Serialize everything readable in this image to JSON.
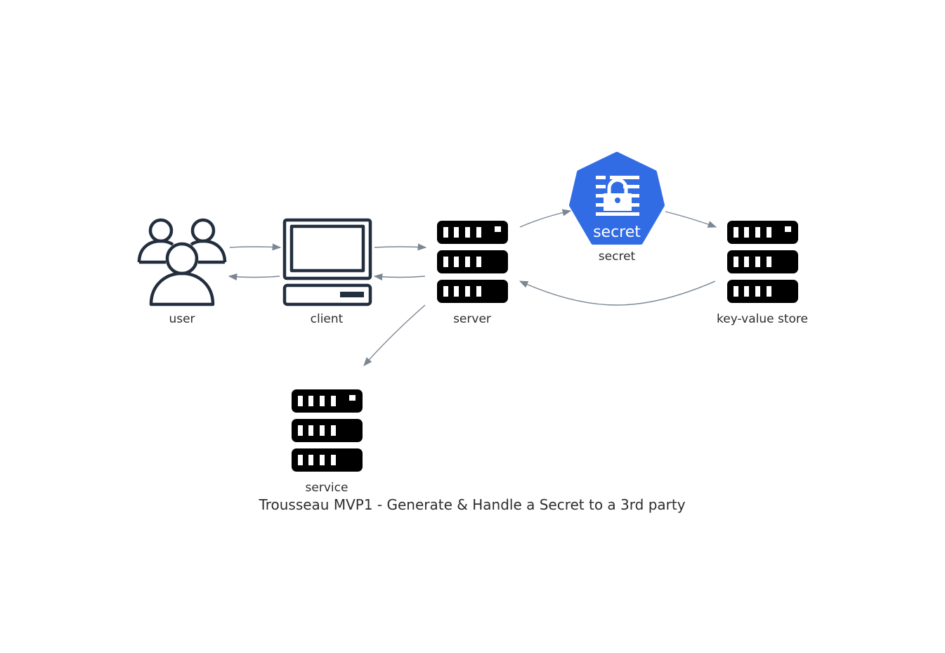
{
  "diagram": {
    "title": "Trousseau MVP1 - Generate & Handle a Secret to a 3rd party",
    "nodes": {
      "user": {
        "label": "user",
        "icon": "users-group-icon"
      },
      "client": {
        "label": "client",
        "icon": "computer-terminal-icon"
      },
      "server": {
        "label": "server",
        "icon": "server-rack-icon"
      },
      "secret": {
        "label": "secret",
        "badge_text": "secret",
        "icon": "kubernetes-secret-icon"
      },
      "kv_store": {
        "label": "key-value store",
        "icon": "server-rack-icon"
      },
      "service": {
        "label": "service",
        "icon": "server-rack-icon"
      }
    },
    "edges": [
      {
        "from": "user",
        "to": "client"
      },
      {
        "from": "client",
        "to": "user"
      },
      {
        "from": "client",
        "to": "server"
      },
      {
        "from": "server",
        "to": "client"
      },
      {
        "from": "server",
        "to": "secret"
      },
      {
        "from": "secret",
        "to": "kv_store"
      },
      {
        "from": "kv_store",
        "to": "server"
      },
      {
        "from": "server",
        "to": "service"
      }
    ],
    "colors": {
      "icon_outline": "#232f3e",
      "server_fill": "#000000",
      "secret_fill": "#326ce5",
      "edge": "#7b8794",
      "text": "#2d2d2d"
    }
  }
}
